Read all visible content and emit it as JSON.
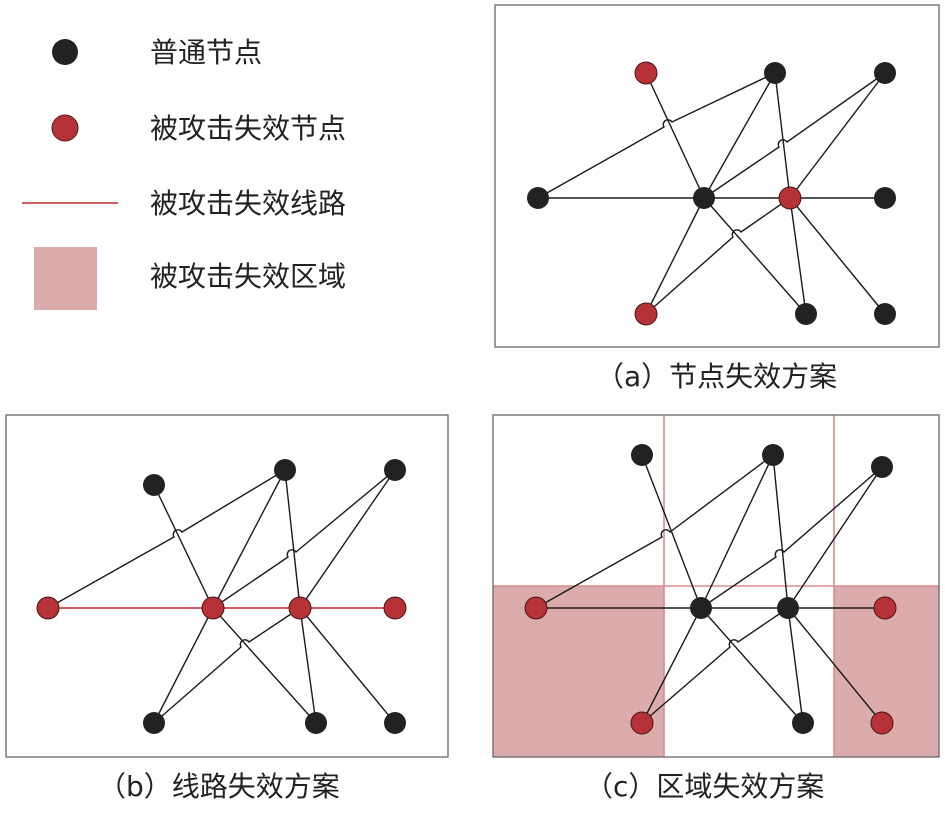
{
  "legend": {
    "normal_node": "普通节点",
    "attacked_node": "被攻击失效节点",
    "attacked_line": "被攻击失效线路",
    "attacked_region": "被攻击失效区域"
  },
  "panels": {
    "a": {
      "caption": "（a）节点失效方案"
    },
    "b": {
      "caption": "（b）线路失效方案"
    },
    "c": {
      "caption": "（c）区域失效方案"
    }
  },
  "colors": {
    "normal_node": "#222222",
    "attacked": "#b73236",
    "attacked_line": "#c0282c",
    "region_fill": "#dcabab",
    "region_border": "#d88e90",
    "edge": "#1a1a1a",
    "frame": "#666666"
  }
}
